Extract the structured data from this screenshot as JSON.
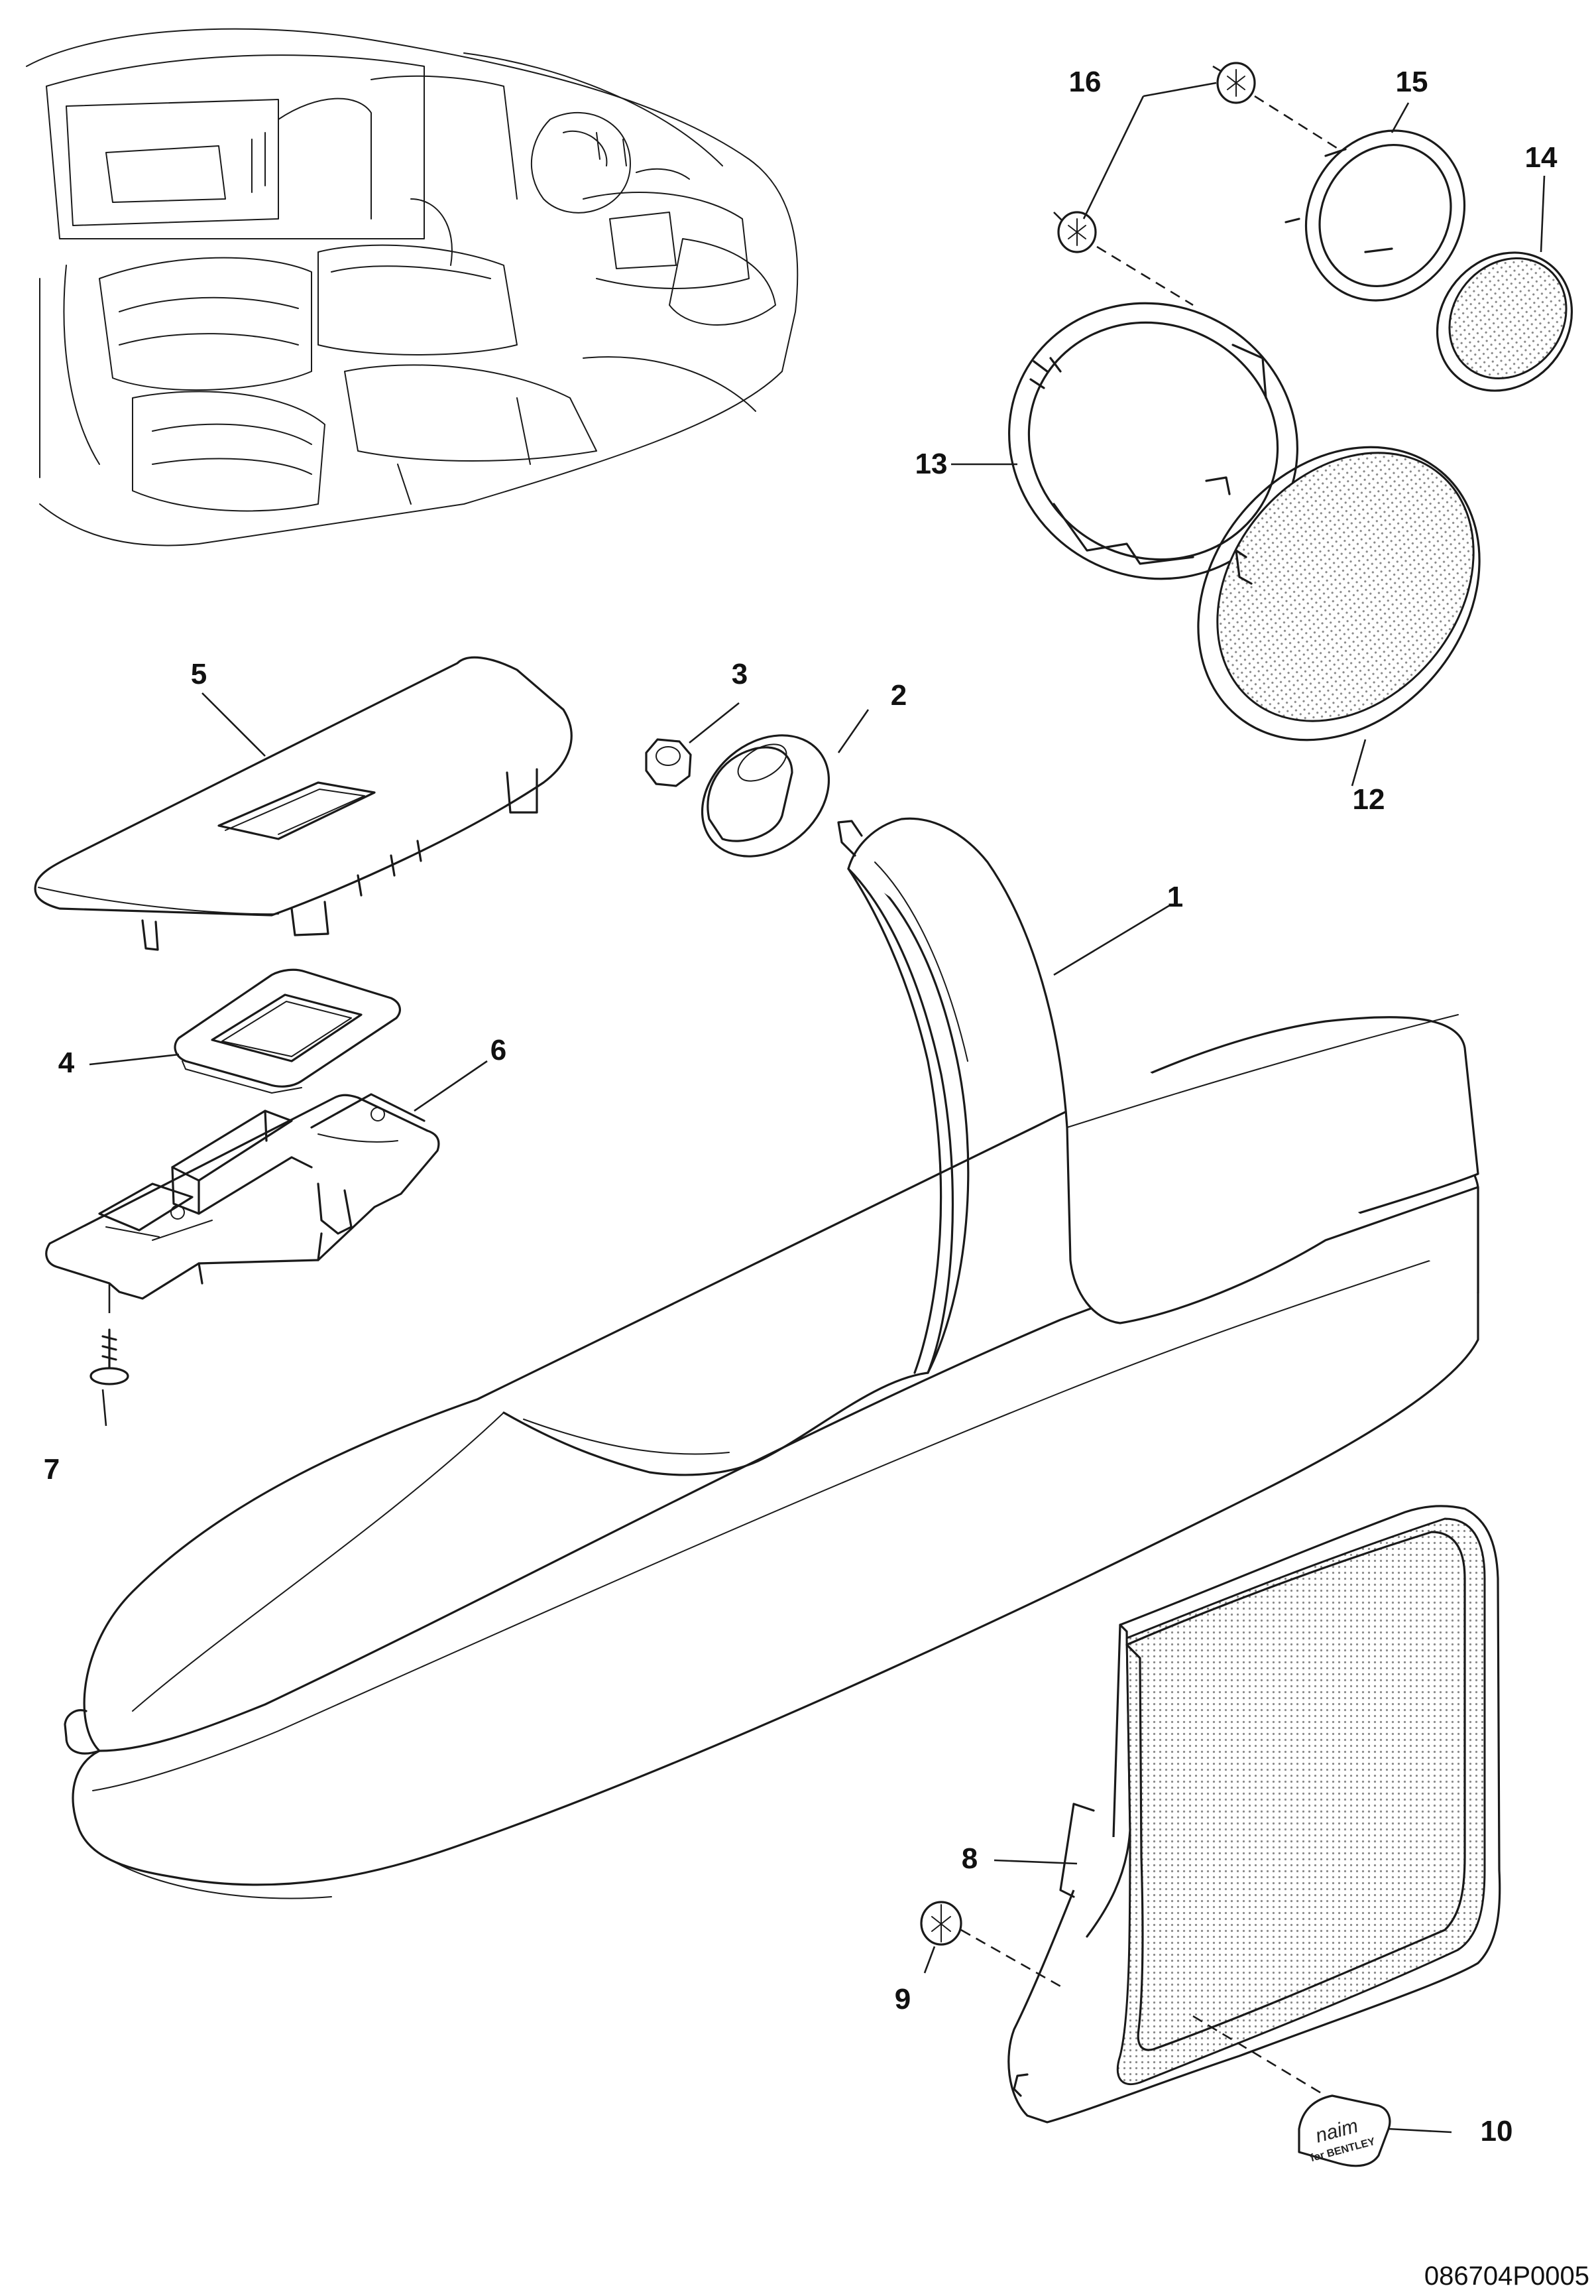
{
  "diagram": {
    "reference": "086704P0005",
    "callouts": {
      "c1": "1",
      "c2": "2",
      "c3": "3",
      "c4": "4",
      "c5": "5",
      "c6": "6",
      "c7": "7",
      "c8": "8",
      "c9": "9",
      "c10": "10",
      "c12": "12",
      "c13": "13",
      "c14": "14",
      "c15": "15",
      "c16": "16"
    },
    "logo": {
      "brand": "naim",
      "sub": "for BENTLEY"
    }
  }
}
